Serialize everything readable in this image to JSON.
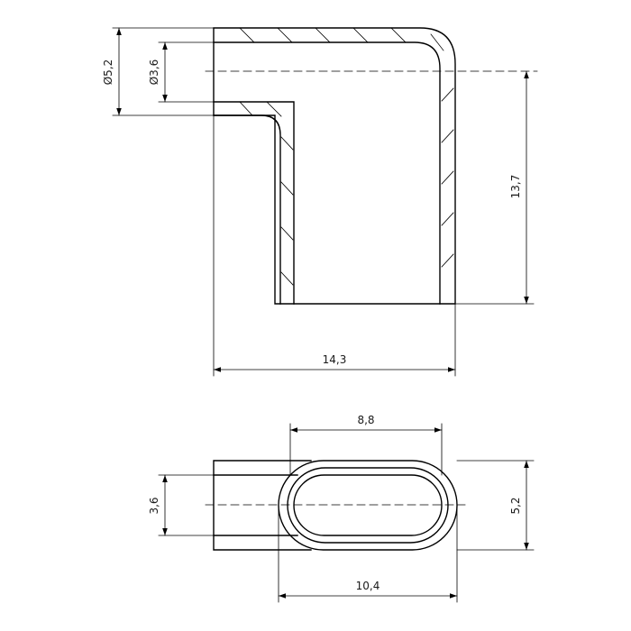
{
  "drawing": {
    "line_color": "#000000",
    "side_view": {
      "dimensions": {
        "outer_diameter": "Ø5,2",
        "inner_diameter": "Ø3,6",
        "height": "13,7",
        "length": "14,3"
      }
    },
    "top_view": {
      "dimensions": {
        "slot_length": "8,8",
        "inner_width": "3,6",
        "outer_width": "5,2",
        "overall_length": "10,4"
      }
    }
  }
}
